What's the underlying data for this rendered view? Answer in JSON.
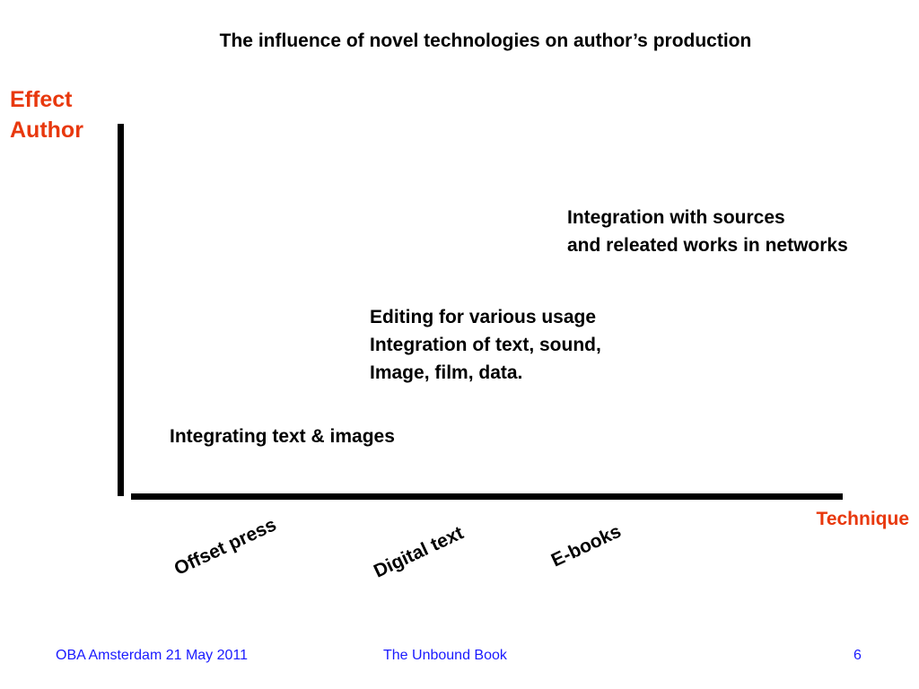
{
  "title": "The influence of novel technologies on author’s production",
  "y_axis": {
    "lines": [
      "Effect",
      "Author"
    ],
    "color": "#e8380d"
  },
  "x_axis": {
    "label": "Technique",
    "color": "#e8380d"
  },
  "technologies": [
    "Offset press",
    "Digital text",
    "E-books"
  ],
  "effects": [
    {
      "lines": [
        "Integrating text & images"
      ]
    },
    {
      "lines": [
        "Editing for various usage",
        "Integration of text, sound,",
        "Image, film, data."
      ]
    },
    {
      "lines": [
        "Integration with sources",
        "and releated works in networks"
      ]
    }
  ],
  "footer": {
    "left": "OBA Amsterdam 21 May 2011",
    "center": "The Unbound Book",
    "page_number": "6",
    "color": "#1a1aff"
  }
}
